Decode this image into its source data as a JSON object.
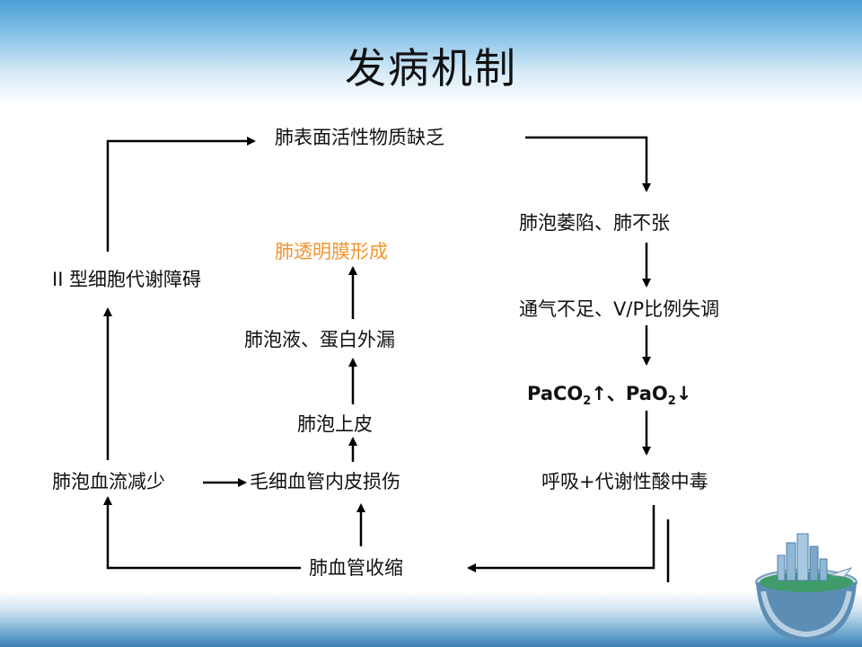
{
  "title": "发病机制",
  "nodes": {
    "surfactant": "肺表面活性物质缺乏",
    "collapse": "肺泡萎陷、肺不张",
    "ventilation": "通气不足、V/P比例失调",
    "blood_gas_a": "PaCO",
    "blood_gas_sub1": "2",
    "blood_gas_b": "↑、PaO",
    "blood_gas_sub2": "2",
    "blood_gas_c": "↓",
    "acidosis": "呼吸+代谢性酸中毒",
    "vasoconstriction": "肺血管收缩",
    "alveolar_flow": "肺泡血流减少",
    "capillary": "毛细血管内皮损伤",
    "epithelium": "肺泡上皮",
    "exudate": "肺泡液、蛋白外漏",
    "hyaline": "肺透明膜形成",
    "type2": "II 型细胞代谢障碍"
  },
  "colors": {
    "highlight": "#f29530",
    "text": "#111111",
    "header_blue": "#4a9fd4"
  }
}
